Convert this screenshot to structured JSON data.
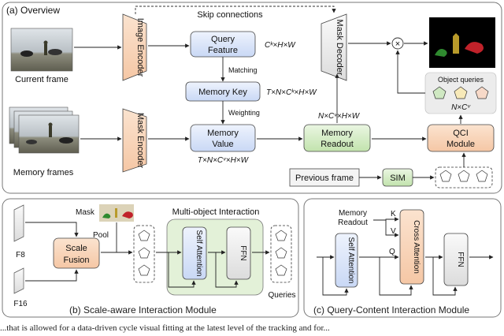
{
  "panels": {
    "overview_title": "(a) Overview",
    "scale_aware_title": "(b) Scale-aware Interaction Module",
    "qci_title": "(c) Query-Content Interaction Module"
  },
  "overview": {
    "skip_connections": "Skip connections",
    "image_encoder": "Image Encoder",
    "mask_encoder": "Mask Encoder",
    "mask_decoder": "Mask Decoder",
    "query_feature_line1": "Query",
    "query_feature_line2": "Feature",
    "query_dims": "Cᵏ×H×W",
    "matching": "Matching",
    "memory_key": "Memory Key",
    "key_dims": "T×N×Cᵏ×H×W",
    "weighting": "Weighting",
    "memory_value_line1": "Memory",
    "memory_value_line2": "Value",
    "value_dims": "T×N×Cᵛ×H×W",
    "memory_readout_line1": "Memory",
    "memory_readout_line2": "Readout",
    "readout_dims": "N×Cᵛ×H×W",
    "object_queries": "Object queries",
    "oq_dims": "N×Cᵛ",
    "qci_line1": "QCI",
    "qci_line2": "Module",
    "previous_frame": "Previous frame",
    "sim": "SIM",
    "current_frame": "Current frame",
    "memory_frames": "Memory frames",
    "multiply_symbol": "×"
  },
  "sim_module": {
    "mask": "Mask",
    "pool": "Pool",
    "f8": "F8",
    "f16": "F16",
    "scale_fusion_line1": "Scale",
    "scale_fusion_line2": "Fusion",
    "multi_object_interaction": "Multi-object Interaction",
    "self_attention": "Self Attention",
    "ffn": "FFN",
    "queries": "Queries"
  },
  "qci_module": {
    "memory_readout_line1": "Memory",
    "memory_readout_line2": "Readout",
    "k": "K",
    "v": "V",
    "q": "Q",
    "self_attention": "Self Attention",
    "cross_attention": "Cross Attention",
    "ffn": "FFN"
  },
  "caption": "...that is allowed for a data-driven cycle visual fitting at the latest level of the tracking and for..."
}
